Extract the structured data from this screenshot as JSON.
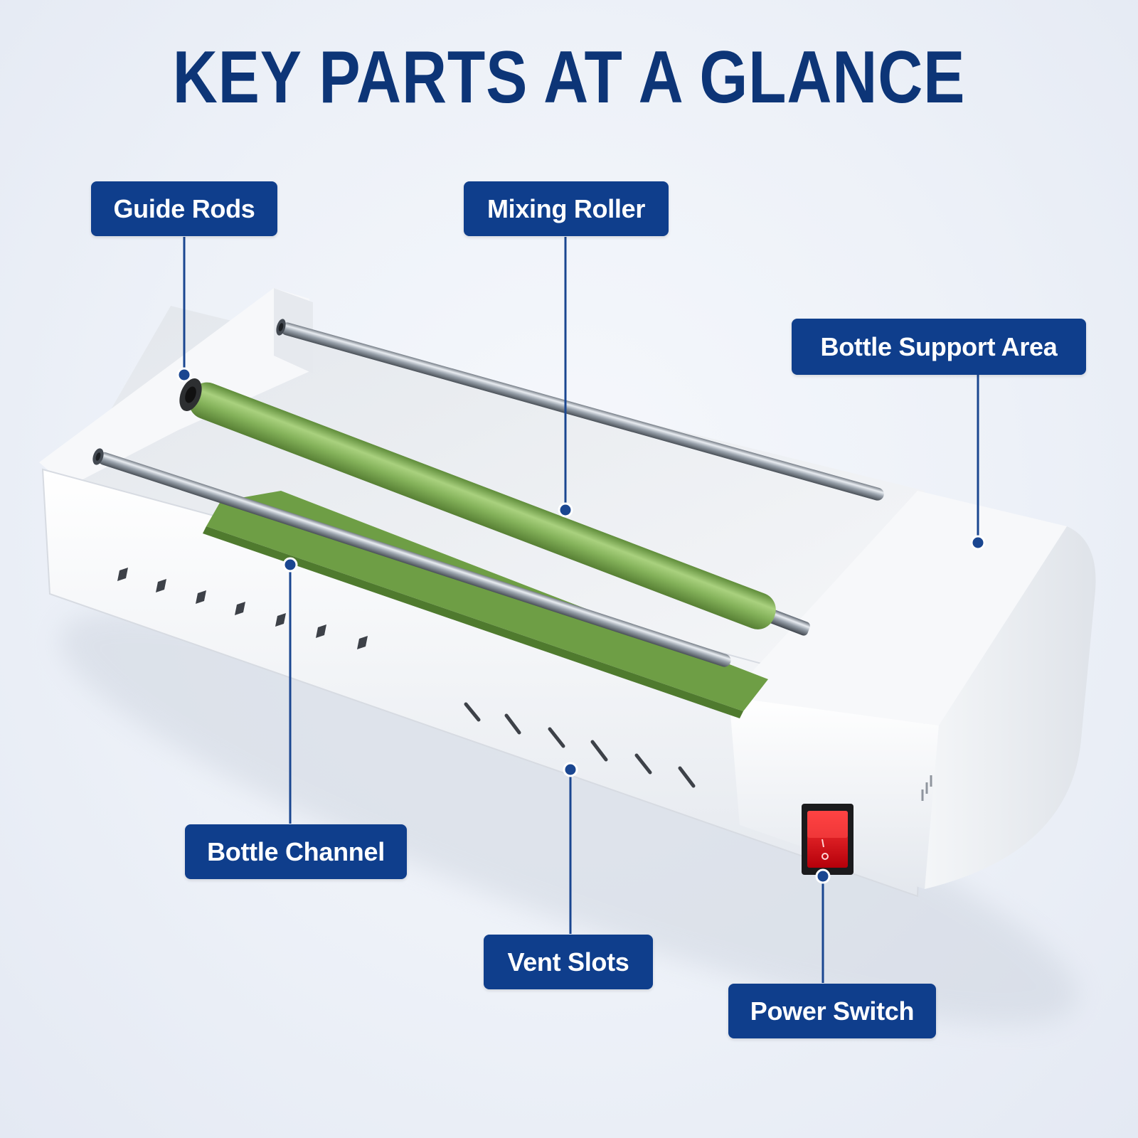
{
  "title": "KEY PARTS AT A GLANCE",
  "colors": {
    "title": "#0d3577",
    "callout_bg": "#0f3e8c",
    "callout_text": "#ffffff",
    "leader_line": "#1a4690",
    "roller_green": "#84b25a",
    "channel_green": "#6e9e45",
    "switch_red": "#d8101a"
  },
  "callouts": [
    {
      "id": "guide-rods",
      "label": "Guide Rods"
    },
    {
      "id": "mixing-roller",
      "label": "Mixing Roller"
    },
    {
      "id": "bottle-support-area",
      "label": "Bottle Support Area"
    },
    {
      "id": "bottle-channel",
      "label": "Bottle Channel"
    },
    {
      "id": "vent-slots",
      "label": "Vent Slots"
    },
    {
      "id": "power-switch",
      "label": "Power Switch"
    }
  ]
}
